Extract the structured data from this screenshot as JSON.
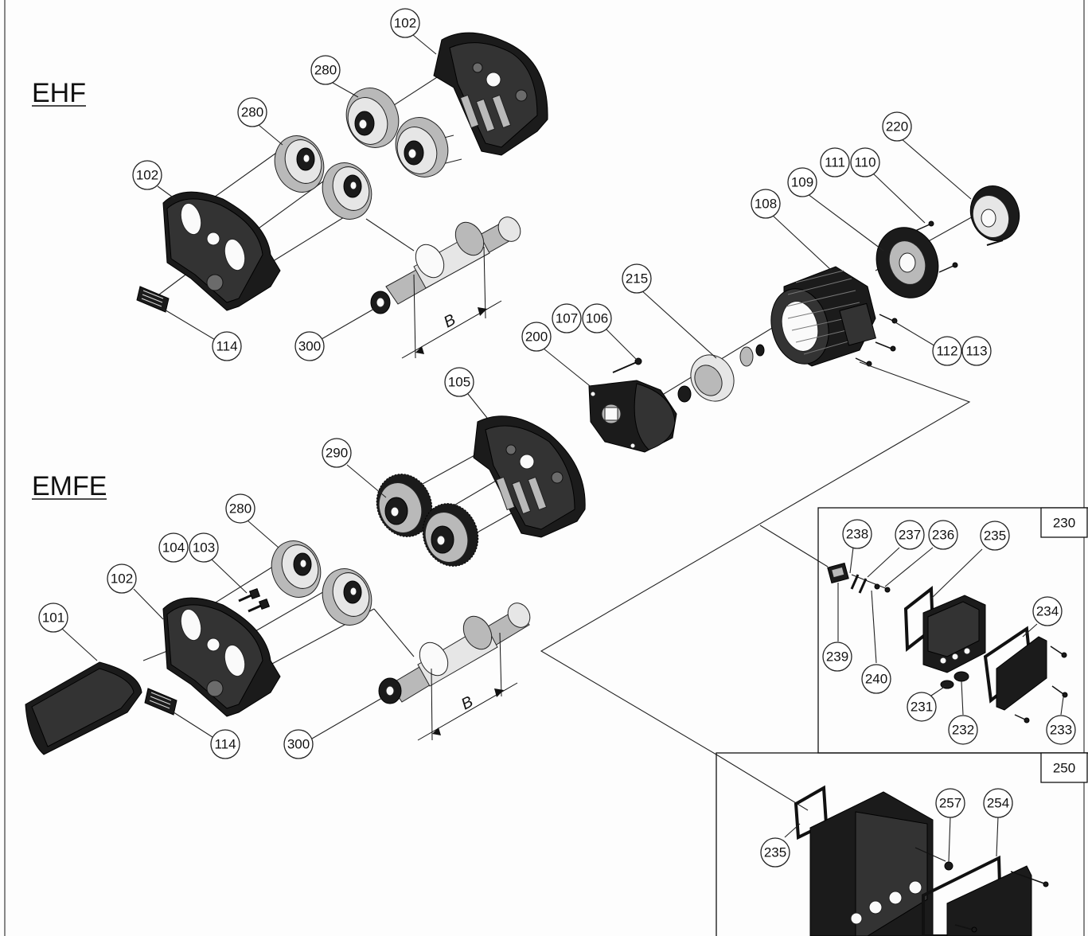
{
  "titles": {
    "ehf": "EHF",
    "emfe": "EMFE"
  },
  "dimension_label": "B",
  "boxes": {
    "box_230": "230",
    "box_250": "250"
  },
  "callouts": {
    "c102a": "102",
    "c280a": "280",
    "c280b": "280",
    "c102b": "102",
    "c114a": "114",
    "c300a": "300",
    "c220": "220",
    "c111": "111",
    "c110": "110",
    "c109": "109",
    "c108": "108",
    "c215": "215",
    "c107": "107",
    "c106": "106",
    "c200": "200",
    "c112": "112",
    "c113": "113",
    "c105": "105",
    "c290": "290",
    "c280c": "280",
    "c104": "104",
    "c103": "103",
    "c102c": "102",
    "c101": "101",
    "c114b": "114",
    "c300b": "300",
    "c238": "238",
    "c237": "237",
    "c236": "236",
    "c235a": "235",
    "c234": "234",
    "c239": "239",
    "c240": "240",
    "c231": "231",
    "c232": "232",
    "c233": "233",
    "c257": "257",
    "c254": "254",
    "c235b": "235"
  }
}
